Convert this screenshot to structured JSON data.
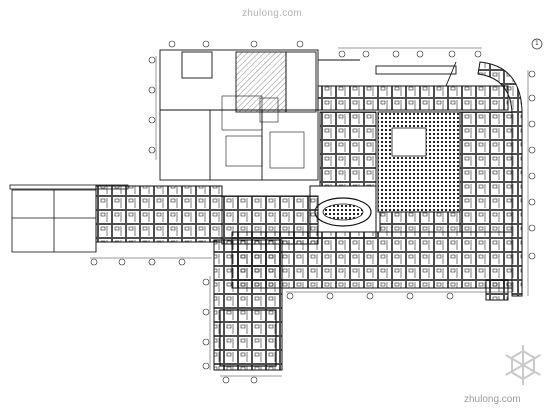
{
  "watermark": {
    "top_text": "zhulong.com",
    "bottom_text": "zhulong.com"
  },
  "grid_marker": {
    "text": "1"
  },
  "colors": {
    "line": "#111111",
    "hatch": "#9a9a9a",
    "logo": "#c9c9c9",
    "background": "#ffffff"
  },
  "icons": {
    "logo": "snowflake-logo-icon",
    "axis_bubble": "grid-axis-bubble-icon"
  }
}
